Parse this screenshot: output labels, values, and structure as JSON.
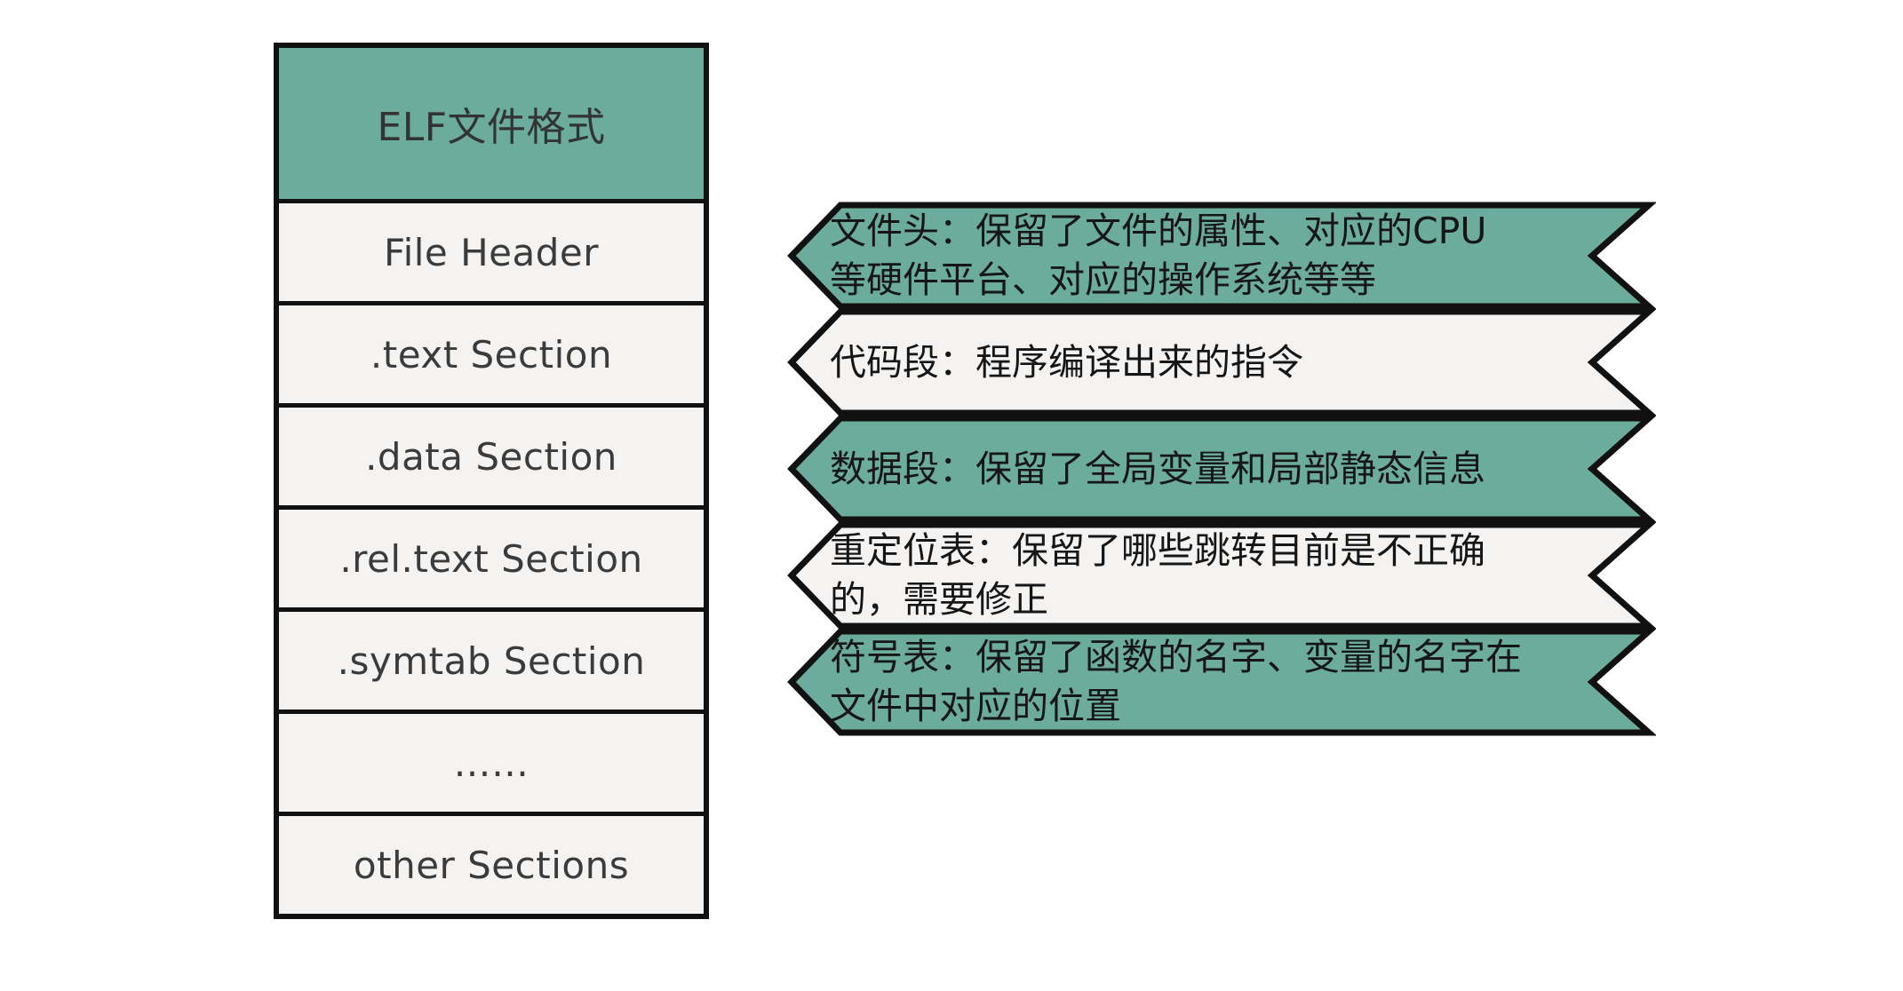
{
  "table": {
    "header": "ELF文件格式",
    "rows": [
      "File Header",
      ".text Section",
      ".data Section",
      ".rel.text Section",
      ".symtab Section",
      "……",
      "other Sections"
    ]
  },
  "banners": [
    {
      "target": "File Header",
      "lines": [
        "文件头：保留了文件的属性、对应的CPU",
        "等硬件平台、对应的操作系统等等"
      ]
    },
    {
      "target": ".text Section",
      "lines": [
        "代码段：程序编译出来的指令"
      ]
    },
    {
      "target": ".data Section",
      "lines": [
        "数据段：保留了全局变量和局部静态信息"
      ]
    },
    {
      "target": ".rel.text Section",
      "lines": [
        "重定位表：保留了哪些跳转目前是不正确",
        "的，需要修正"
      ]
    },
    {
      "target": ".symtab Section",
      "lines": [
        "符号表：保留了函数的名字、变量的名字在",
        "文件中对应的位置"
      ]
    }
  ],
  "colors": {
    "teal": "#6BAC9D",
    "light": "#F4F3F1",
    "stroke": "#111111",
    "table_text": "#3B3B3B",
    "banner_text": "#161616",
    "background": "#FFFFFF"
  }
}
